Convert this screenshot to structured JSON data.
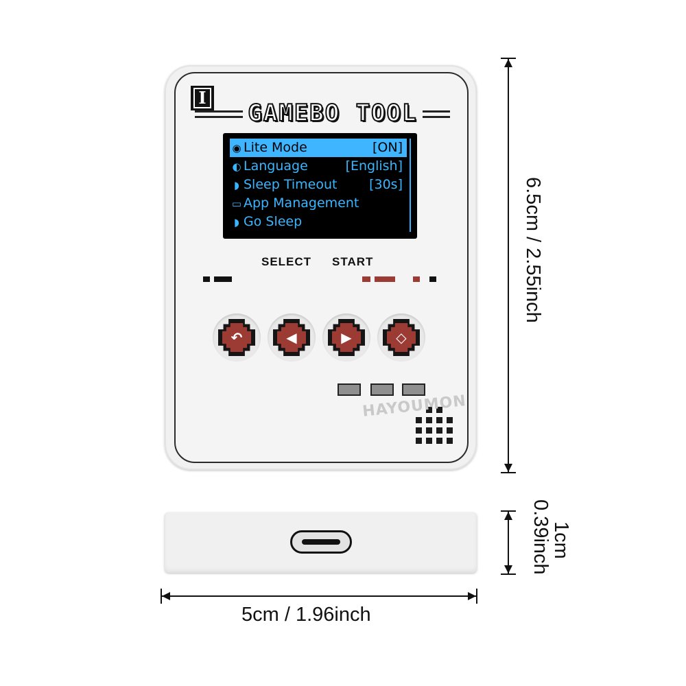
{
  "device": {
    "logo_glyph": "I",
    "brand": "GAMEBO TOOL",
    "screen_menu": [
      {
        "icon": "globe-icon",
        "glyph": "◉",
        "label": "Lite Mode",
        "value": "[ON]",
        "selected": true
      },
      {
        "icon": "language-icon",
        "glyph": "◐",
        "label": "Language",
        "value": "[English]",
        "selected": false
      },
      {
        "icon": "sleep-icon",
        "glyph": "◗",
        "label": "Sleep Timeout",
        "value": "[30s]",
        "selected": false
      },
      {
        "icon": "app-icon",
        "glyph": "▭",
        "label": "App Management",
        "value": "",
        "selected": false
      },
      {
        "icon": "sleep-icon",
        "glyph": "◗",
        "label": "Go Sleep",
        "value": "",
        "selected": false
      }
    ],
    "select_label": "SELECT",
    "start_label": "START",
    "buttons": [
      {
        "name": "back-button",
        "icon": "back-arrow-icon",
        "glyph": "↶"
      },
      {
        "name": "left-button",
        "icon": "left-arrow-icon",
        "glyph": "◀"
      },
      {
        "name": "right-button",
        "icon": "right-arrow-icon",
        "glyph": "▶"
      },
      {
        "name": "ok-button",
        "icon": "diamond-icon",
        "glyph": "◇"
      }
    ],
    "accent_color": "#9c3a34",
    "screen_color": "#39b6ff"
  },
  "watermark": "HAYOUMON",
  "dimensions": {
    "height_label": "6.5cm / 2.55inch",
    "depth_label_1": "1cm",
    "depth_label_2": "0.39inch",
    "width_label": "5cm / 1.96inch"
  }
}
